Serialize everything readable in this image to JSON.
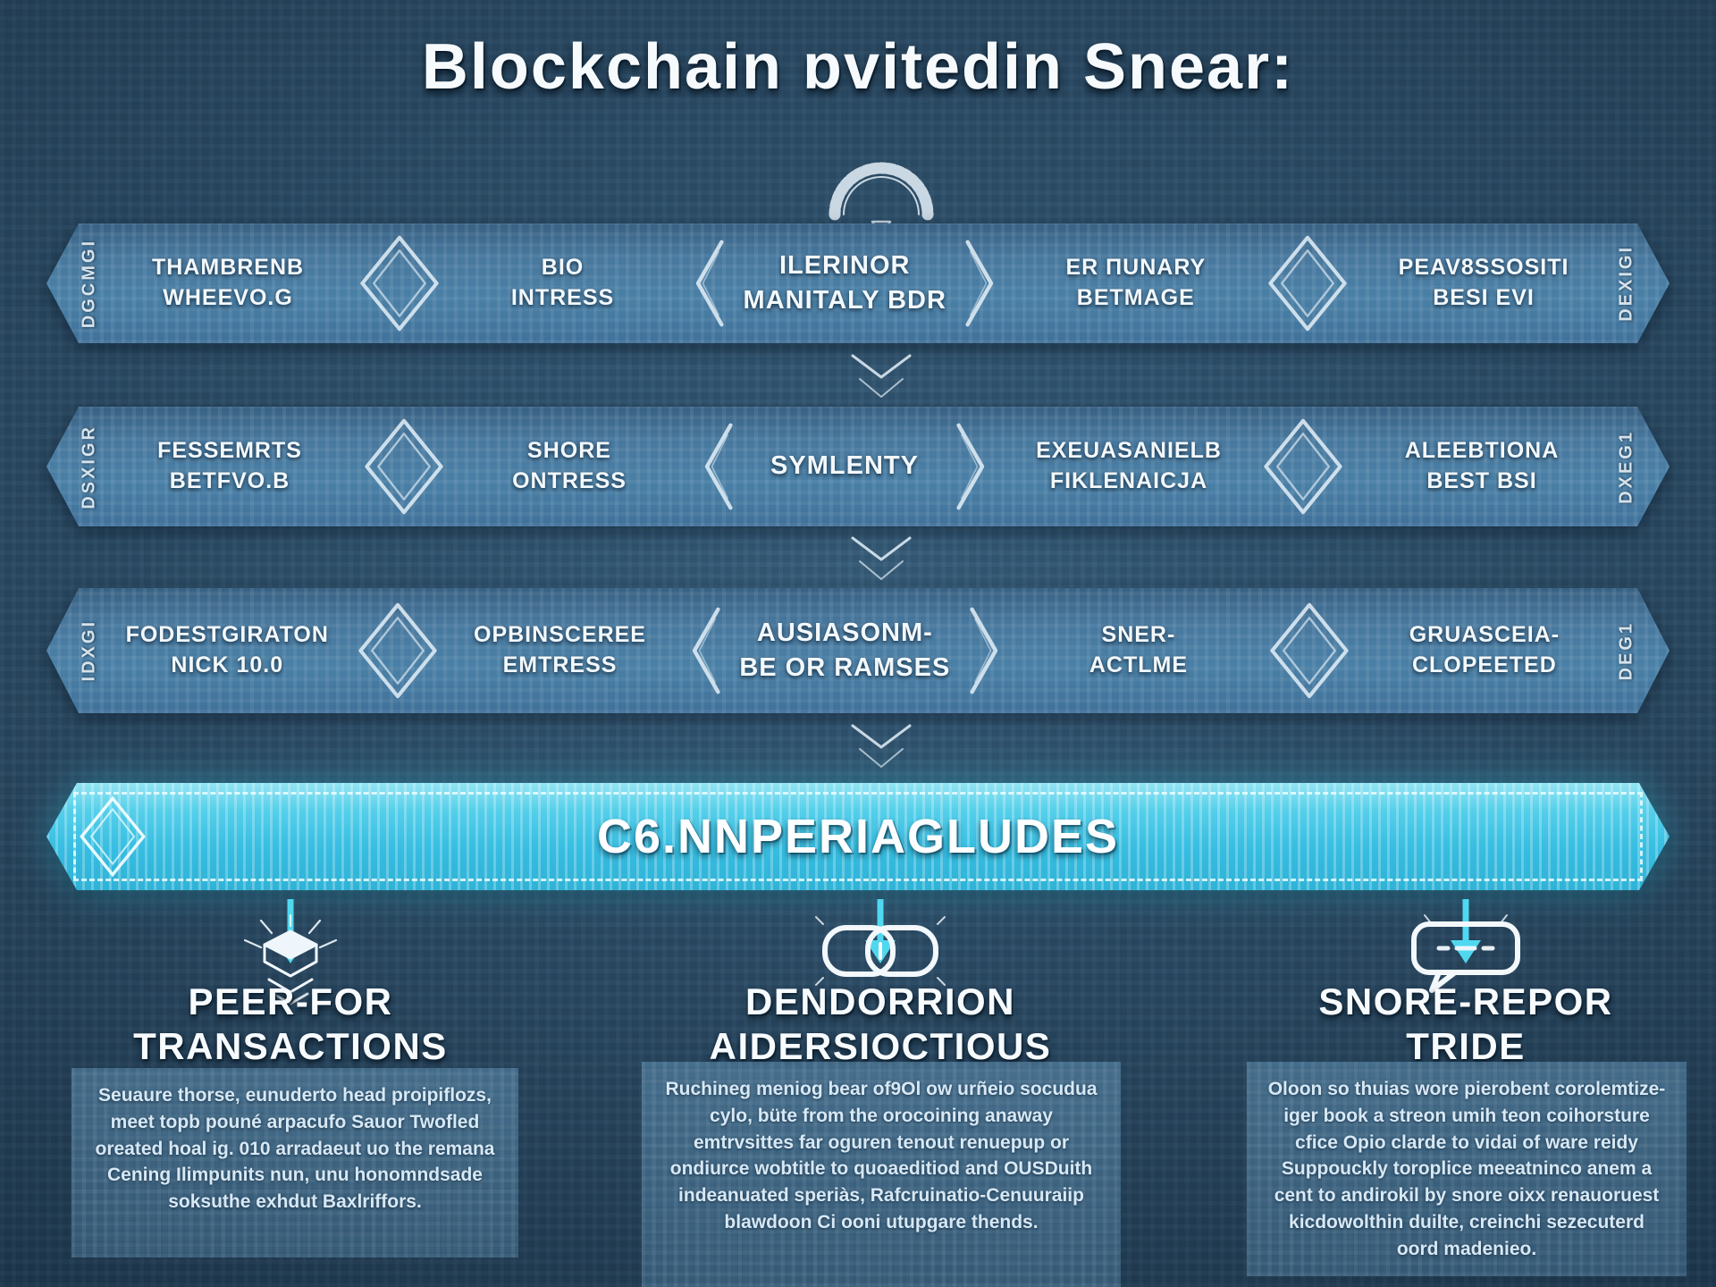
{
  "title": "Blockchain ɒvitedin Snear:",
  "rows": [
    {
      "edge_left": "DGCMGI",
      "cell1": {
        "line1": "THAMBRENB",
        "line2": "WHEEVO.G"
      },
      "cell2": {
        "line1": "BIO",
        "line2": "INTRESS"
      },
      "center": {
        "line1": "ILERINOR",
        "line2": "MANITALY BDR"
      },
      "cell3": {
        "line1": "ER ΠUNARY",
        "line2": "BETMAGE"
      },
      "cell4": {
        "line1": "PEAV8SSOSITI",
        "line2": "BESI EVI"
      },
      "edge_right": "DEXIGI"
    },
    {
      "edge_left": "DSXIGR",
      "cell1": {
        "line1": "FESSEMRTS",
        "line2": "BETFVO.B"
      },
      "cell2": {
        "line1": "SHORE",
        "line2": "ONTRESS"
      },
      "center": {
        "line1": "SYMLENTY",
        "line2": ""
      },
      "cell3": {
        "line1": "EXEUASANIELB",
        "line2": "FIKLENAICJA"
      },
      "cell4": {
        "line1": "ALEEBTIONA",
        "line2": "BEST BSI"
      },
      "edge_right": "DXEG1"
    },
    {
      "edge_left": "IDXGI",
      "cell1": {
        "line1": "FODESTGIRATON",
        "line2": "NICK 10.0"
      },
      "cell2": {
        "line1": "OPBINSCEREE",
        "line2": "EMTRESS"
      },
      "center": {
        "line1": "AUSIASONM-",
        "line2": "BE OR RAMSES"
      },
      "cell3": {
        "line1": "SNER-",
        "line2": "ACTLME"
      },
      "cell4": {
        "line1": "GRUASCEIA-",
        "line2": "CLOPEETED"
      },
      "edge_right": "DEG1"
    }
  ],
  "banner": {
    "label": "C6.NNPERIAGLUDES"
  },
  "sections": [
    {
      "icon": "cube-rays-icon",
      "title1": "PEER-FOR",
      "title2": "TRANSACTIONS",
      "body": "Seuaure thorse, eunuderto head proipiflozs, meet topb pouné arpacufo Sauor Twofled oreated hoal ig. 010 arradaeut uo the remana Cening Ilimpunits nun, unu honomndsade soksuthe exhdut Baxlriffors."
    },
    {
      "icon": "handshake-knot-icon",
      "title1": "DENDORRION",
      "title2": "AIDERSIOCTIOUS",
      "body": "Ruchineg meniog bear of9Ol ow urñeio socudua cylo, büte from the orocoining anaway emtrvsittes far oguren tenout renuepup or ondiurce wobtitle to quoaeditiod and OUSDuith indeanuated speriàs, Rafcruinatio-Cenuuraiip blawdoon Ci ooni utupgare thends."
    },
    {
      "icon": "speech-bubble-icon",
      "title1": "SNORE-REPOR",
      "title2": "TRIDE",
      "body": "Oloon so thuias wore pierobent corolemtize-iger book a streon umih teon coihorsture cfice Opio clarde to vidai of ware reidy Suppouckly toroplice meeatninco anem a cent to andirokil by snore oixx renauoruest kicdowolthin duilte, creinchi sezecuterd oord madenieo."
    }
  ],
  "colors": {
    "background": "#2a4962",
    "row_banner": "#4a80a6",
    "cta_banner": "#36bde1",
    "accent_cyan": "#4fd8ef",
    "text": "#f2f8fc",
    "panel_text": "#d7e8f5"
  }
}
